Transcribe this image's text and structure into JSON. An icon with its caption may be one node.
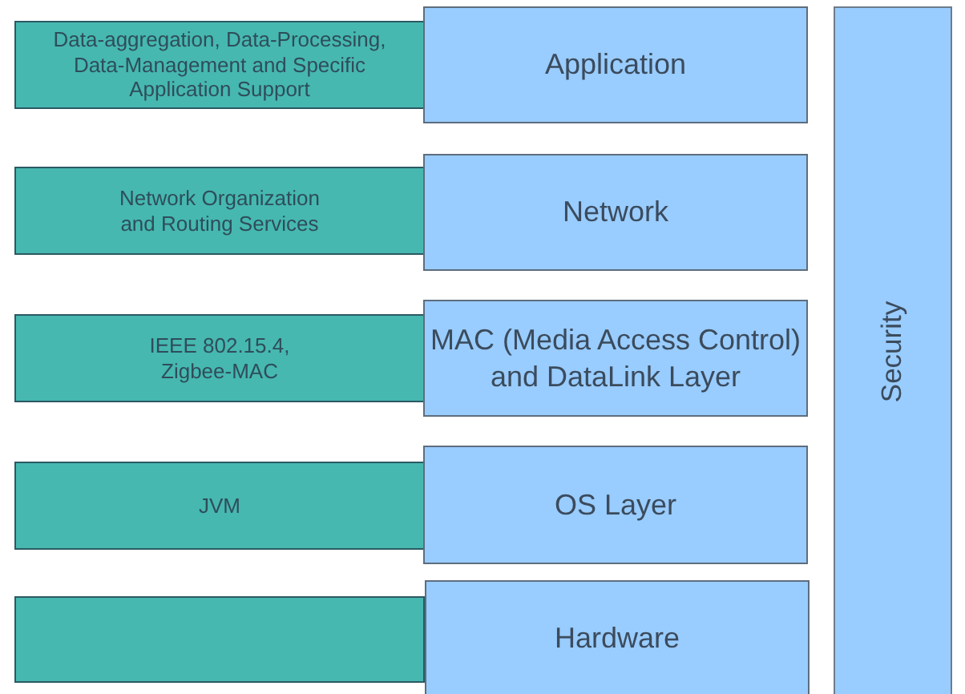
{
  "diagram": {
    "nodes": [
      {
        "text": [
          "Data-aggregation, Data-Processing, Data-Management and Specific Application Support"
        ]
      },
      {
        "text": [
          "Application"
        ]
      },
      {
        "text": [
          "Security"
        ]
      },
      {
        "text": [
          "Network Organization and Routing Services"
        ]
      },
      {
        "text": [
          "Network"
        ]
      },
      {
        "text": [
          "IEEE 802.15.4, Zigbee-MAC"
        ]
      },
      {
        "text": [
          "MAC (Media Access Control) and DataLink Layer"
        ]
      },
      {
        "text": [
          "JVM"
        ]
      },
      {
        "text": [
          "OS Layer"
        ]
      },
      {
        "text": [],
        "shape": "box"
      },
      {
        "text": [
          "Hardware"
        ]
      }
    ]
  }
}
